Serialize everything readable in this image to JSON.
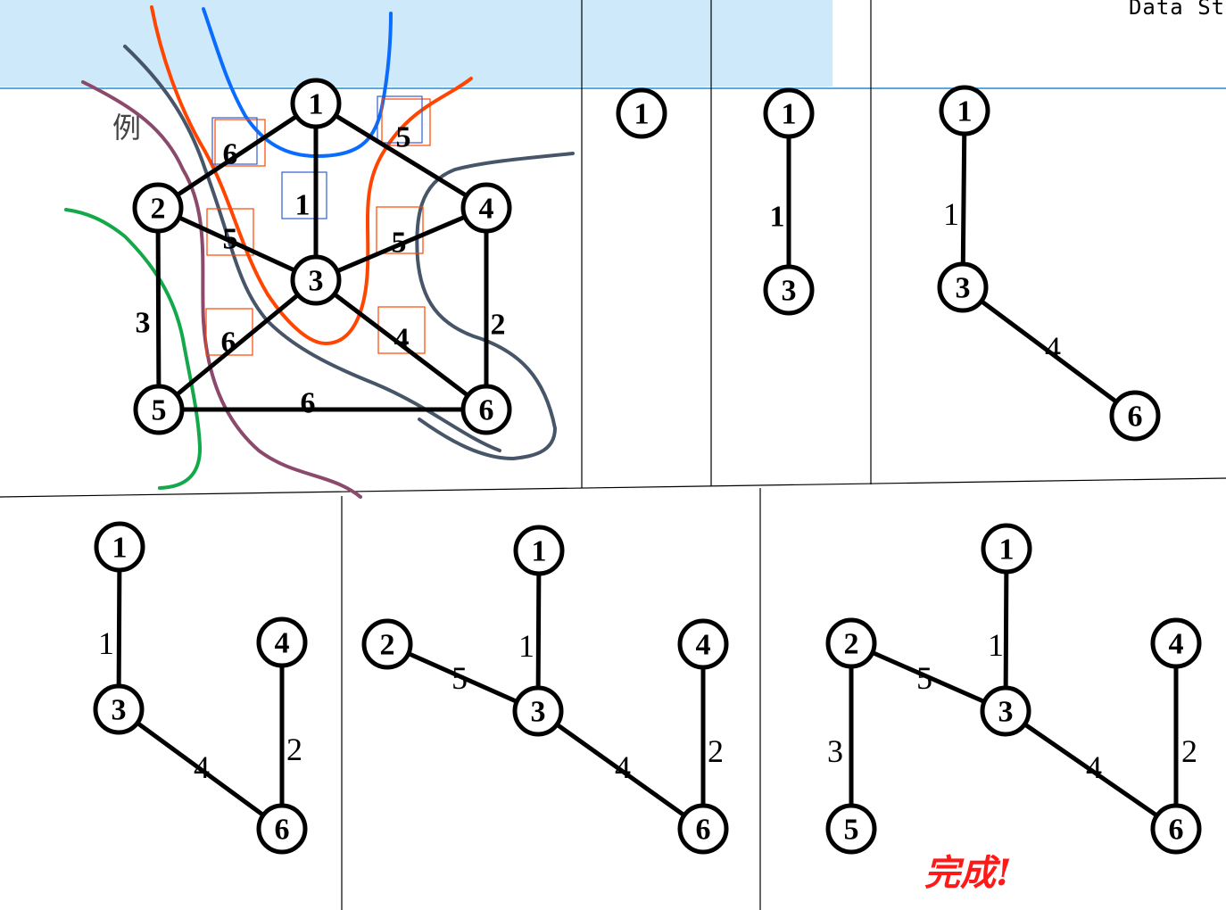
{
  "header": {
    "title": "Data Stru"
  },
  "example_label": "例",
  "done_label": "完成!",
  "colors": {
    "cut_orange": "#ff4500",
    "cut_blue": "#0a6cff",
    "cut_slate": "#475569",
    "cut_mauve": "#8b4a6b",
    "cut_green": "#13a84a",
    "box_orange": "#ff4500",
    "box_blue": "#2f5fd0",
    "done_red": "#ff1a1a"
  },
  "main_graph": {
    "nodes": [
      "1",
      "2",
      "3",
      "4",
      "5",
      "6"
    ],
    "edges": [
      {
        "from": "1",
        "to": "2",
        "weight": "6"
      },
      {
        "from": "1",
        "to": "3",
        "weight": "1"
      },
      {
        "from": "1",
        "to": "4",
        "weight": "5"
      },
      {
        "from": "2",
        "to": "3",
        "weight": "5"
      },
      {
        "from": "2",
        "to": "5",
        "weight": "3"
      },
      {
        "from": "3",
        "to": "4",
        "weight": "5"
      },
      {
        "from": "3",
        "to": "5",
        "weight": "6"
      },
      {
        "from": "3",
        "to": "6",
        "weight": "4"
      },
      {
        "from": "4",
        "to": "6",
        "weight": "2"
      },
      {
        "from": "5",
        "to": "6",
        "weight": "6"
      }
    ]
  },
  "steps": [
    {
      "nodes": [
        "1"
      ],
      "edges": []
    },
    {
      "nodes": [
        "1",
        "3"
      ],
      "edges": [
        {
          "from": "1",
          "to": "3",
          "weight": "1"
        }
      ]
    },
    {
      "nodes": [
        "1",
        "3",
        "6"
      ],
      "edges": [
        {
          "from": "1",
          "to": "3",
          "weight": "1"
        },
        {
          "from": "3",
          "to": "6",
          "weight": "4"
        }
      ]
    },
    {
      "nodes": [
        "1",
        "3",
        "4",
        "6"
      ],
      "edges": [
        {
          "from": "1",
          "to": "3",
          "weight": "1"
        },
        {
          "from": "3",
          "to": "6",
          "weight": "4"
        },
        {
          "from": "4",
          "to": "6",
          "weight": "2"
        }
      ]
    },
    {
      "nodes": [
        "1",
        "2",
        "3",
        "4",
        "6"
      ],
      "edges": [
        {
          "from": "1",
          "to": "3",
          "weight": "1"
        },
        {
          "from": "2",
          "to": "3",
          "weight": "5"
        },
        {
          "from": "3",
          "to": "6",
          "weight": "4"
        },
        {
          "from": "4",
          "to": "6",
          "weight": "2"
        }
      ]
    },
    {
      "nodes": [
        "1",
        "2",
        "3",
        "4",
        "5",
        "6"
      ],
      "edges": [
        {
          "from": "1",
          "to": "3",
          "weight": "1"
        },
        {
          "from": "2",
          "to": "3",
          "weight": "5"
        },
        {
          "from": "2",
          "to": "5",
          "weight": "3"
        },
        {
          "from": "3",
          "to": "6",
          "weight": "4"
        },
        {
          "from": "4",
          "to": "6",
          "weight": "2"
        }
      ]
    }
  ]
}
